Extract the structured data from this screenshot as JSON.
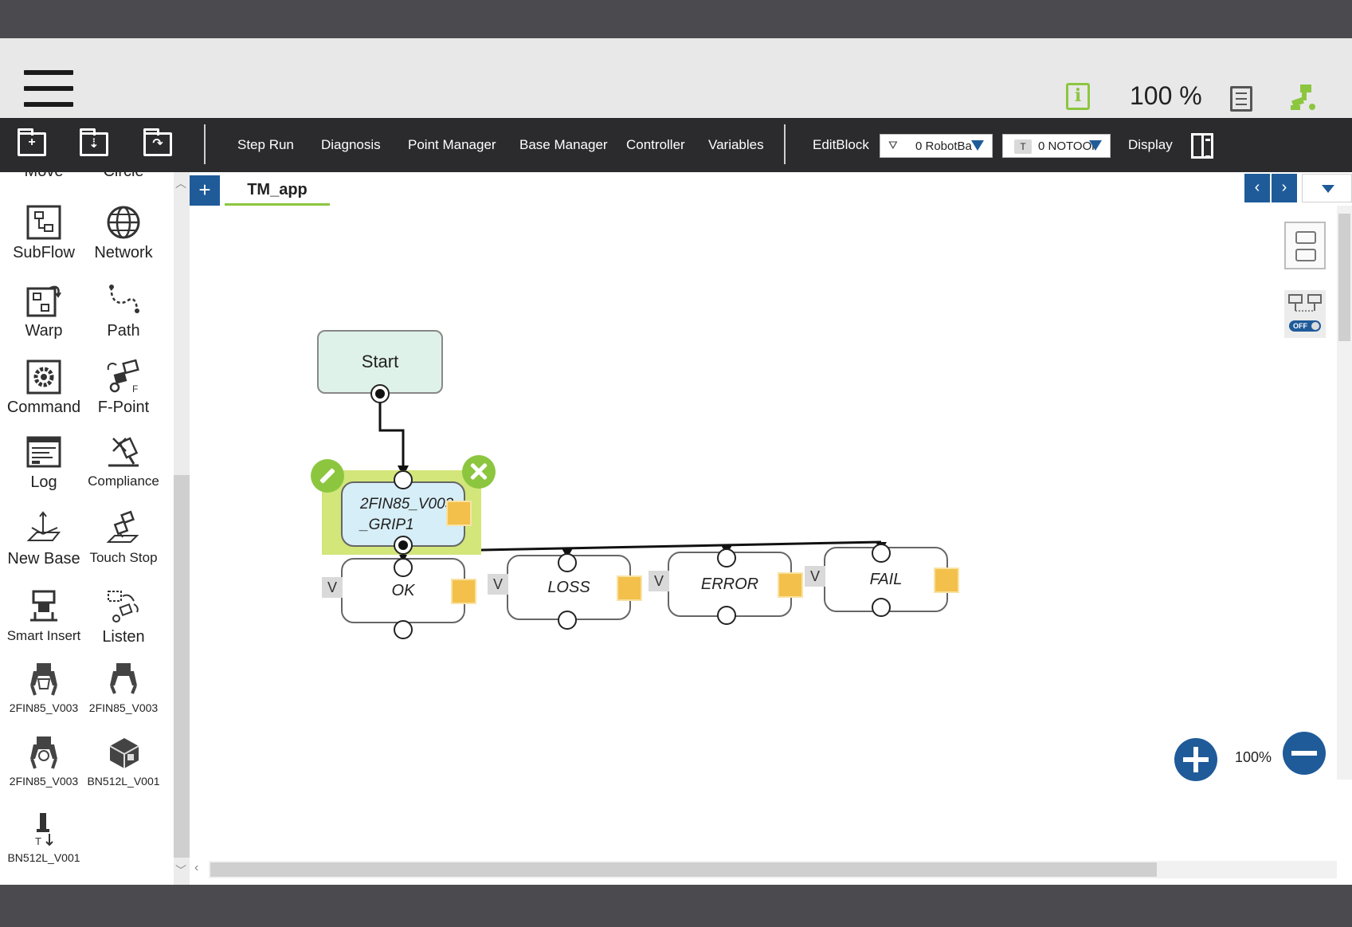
{
  "header": {
    "speed": "100 %"
  },
  "toolbar": {
    "menu": [
      {
        "id": "step-run",
        "label": "Step Run"
      },
      {
        "id": "diagnosis",
        "label": "Diagnosis"
      },
      {
        "id": "point-manager",
        "label": "Point Manager"
      },
      {
        "id": "base-manager",
        "label": "Base Manager"
      },
      {
        "id": "controller",
        "label": "Controller"
      },
      {
        "id": "variables",
        "label": "Variables"
      }
    ],
    "edit_block": "EditBlock",
    "base_select": "0 RobotBa",
    "tool_select_tag": "T",
    "tool_select": "0 NOTOOl",
    "display": "Display"
  },
  "palette": {
    "items": [
      {
        "label": "Move"
      },
      {
        "label": "Circle"
      },
      {
        "label": "SubFlow"
      },
      {
        "label": "Network"
      },
      {
        "label": "Warp"
      },
      {
        "label": "Path"
      },
      {
        "label": "Command"
      },
      {
        "label": "F-Point"
      },
      {
        "label": "Log"
      },
      {
        "label": "Compliance"
      },
      {
        "label": "New Base"
      },
      {
        "label": "Touch Stop"
      },
      {
        "label": "Smart Insert"
      },
      {
        "label": "Listen"
      },
      {
        "label": "2FIN85_V003"
      },
      {
        "label": "2FIN85_V003"
      },
      {
        "label": "2FIN85_V003"
      },
      {
        "label": "BN512L_V001"
      },
      {
        "label": "BN512L_V001"
      }
    ]
  },
  "tabs": [
    {
      "label": "TM_app",
      "active": true
    }
  ],
  "add_tab": "+",
  "flow": {
    "start": "Start",
    "gripper_line1": "2FIN85_V003",
    "gripper_line2": "_GRIP1",
    "branches": [
      {
        "tag": "V",
        "label": "OK"
      },
      {
        "tag": "V",
        "label": "LOSS"
      },
      {
        "tag": "V",
        "label": "ERROR"
      },
      {
        "tag": "V",
        "label": "FAIL"
      }
    ]
  },
  "side_toggle": "OFF",
  "zoom": "100%",
  "colors": {
    "accent_blue": "#1f5b99",
    "accent_green": "#8cc63f",
    "toolbar_bg": "#2b2b2e",
    "node_orange": "#f3c04b"
  }
}
